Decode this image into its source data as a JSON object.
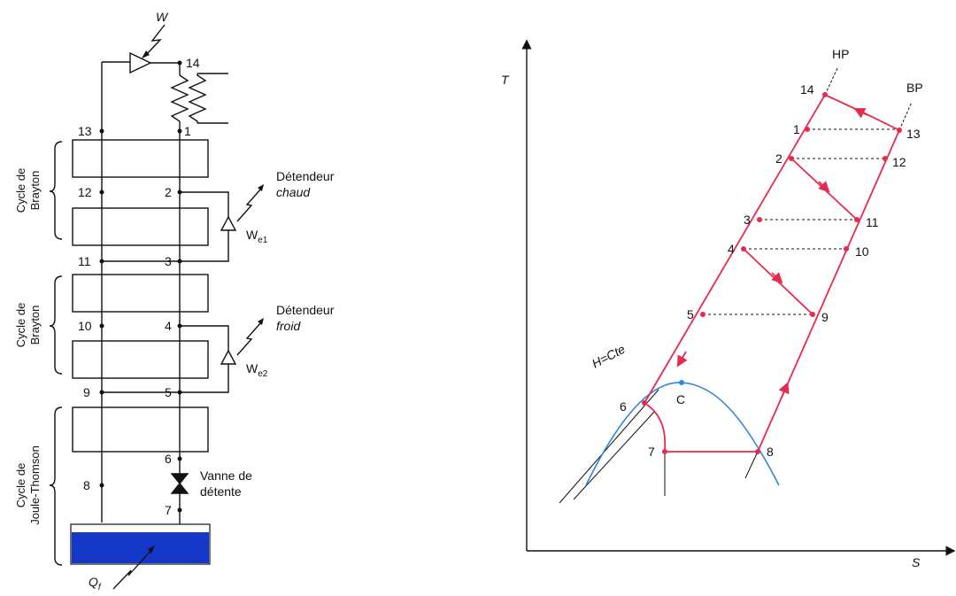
{
  "colors": {
    "cycle": "#e8294e",
    "dome": "#2f86d6",
    "line": "#111111",
    "bath": "#1538c8"
  },
  "left": {
    "work_top": "W",
    "side_labels": {
      "brayton1_line1": "Cycle de",
      "brayton1_line2": "Brayton",
      "brayton2_line1": "Cycle de",
      "brayton2_line2": "Brayton",
      "jt_line1": "Cycle de",
      "jt_line2": "Joule-Thomson"
    },
    "warm_expander": {
      "line1": "Détendeur",
      "line2": "chaud",
      "work": "W",
      "work_sub": "e1"
    },
    "cold_expander": {
      "line1": "Détendeur",
      "line2": "froid",
      "work": "W",
      "work_sub": "e2"
    },
    "valve": {
      "line1": "Vanne de",
      "line2": "détente"
    },
    "heat": {
      "symbol": "Q",
      "sub": "f"
    },
    "points": {
      "p14": "14",
      "p13": "13",
      "p1": "1",
      "p12": "12",
      "p2": "2",
      "p11": "11",
      "p3": "3",
      "p10": "10",
      "p4": "4",
      "p9": "9",
      "p5": "5",
      "p6": "6",
      "p8": "8",
      "p7": "7"
    }
  },
  "right": {
    "axis_y": "T",
    "axis_x": "S",
    "isobar_hp": "HP",
    "isobar_bp": "BP",
    "isenthalp": "H=Cte",
    "critical": "C",
    "points": {
      "p14": "14",
      "p13": "13",
      "p1": "1",
      "p2": "2",
      "p12": "12",
      "p3": "3",
      "p11": "11",
      "p4": "4",
      "p10": "10",
      "p5": "5",
      "p9": "9",
      "p6": "6",
      "p7": "7",
      "p8": "8"
    }
  }
}
